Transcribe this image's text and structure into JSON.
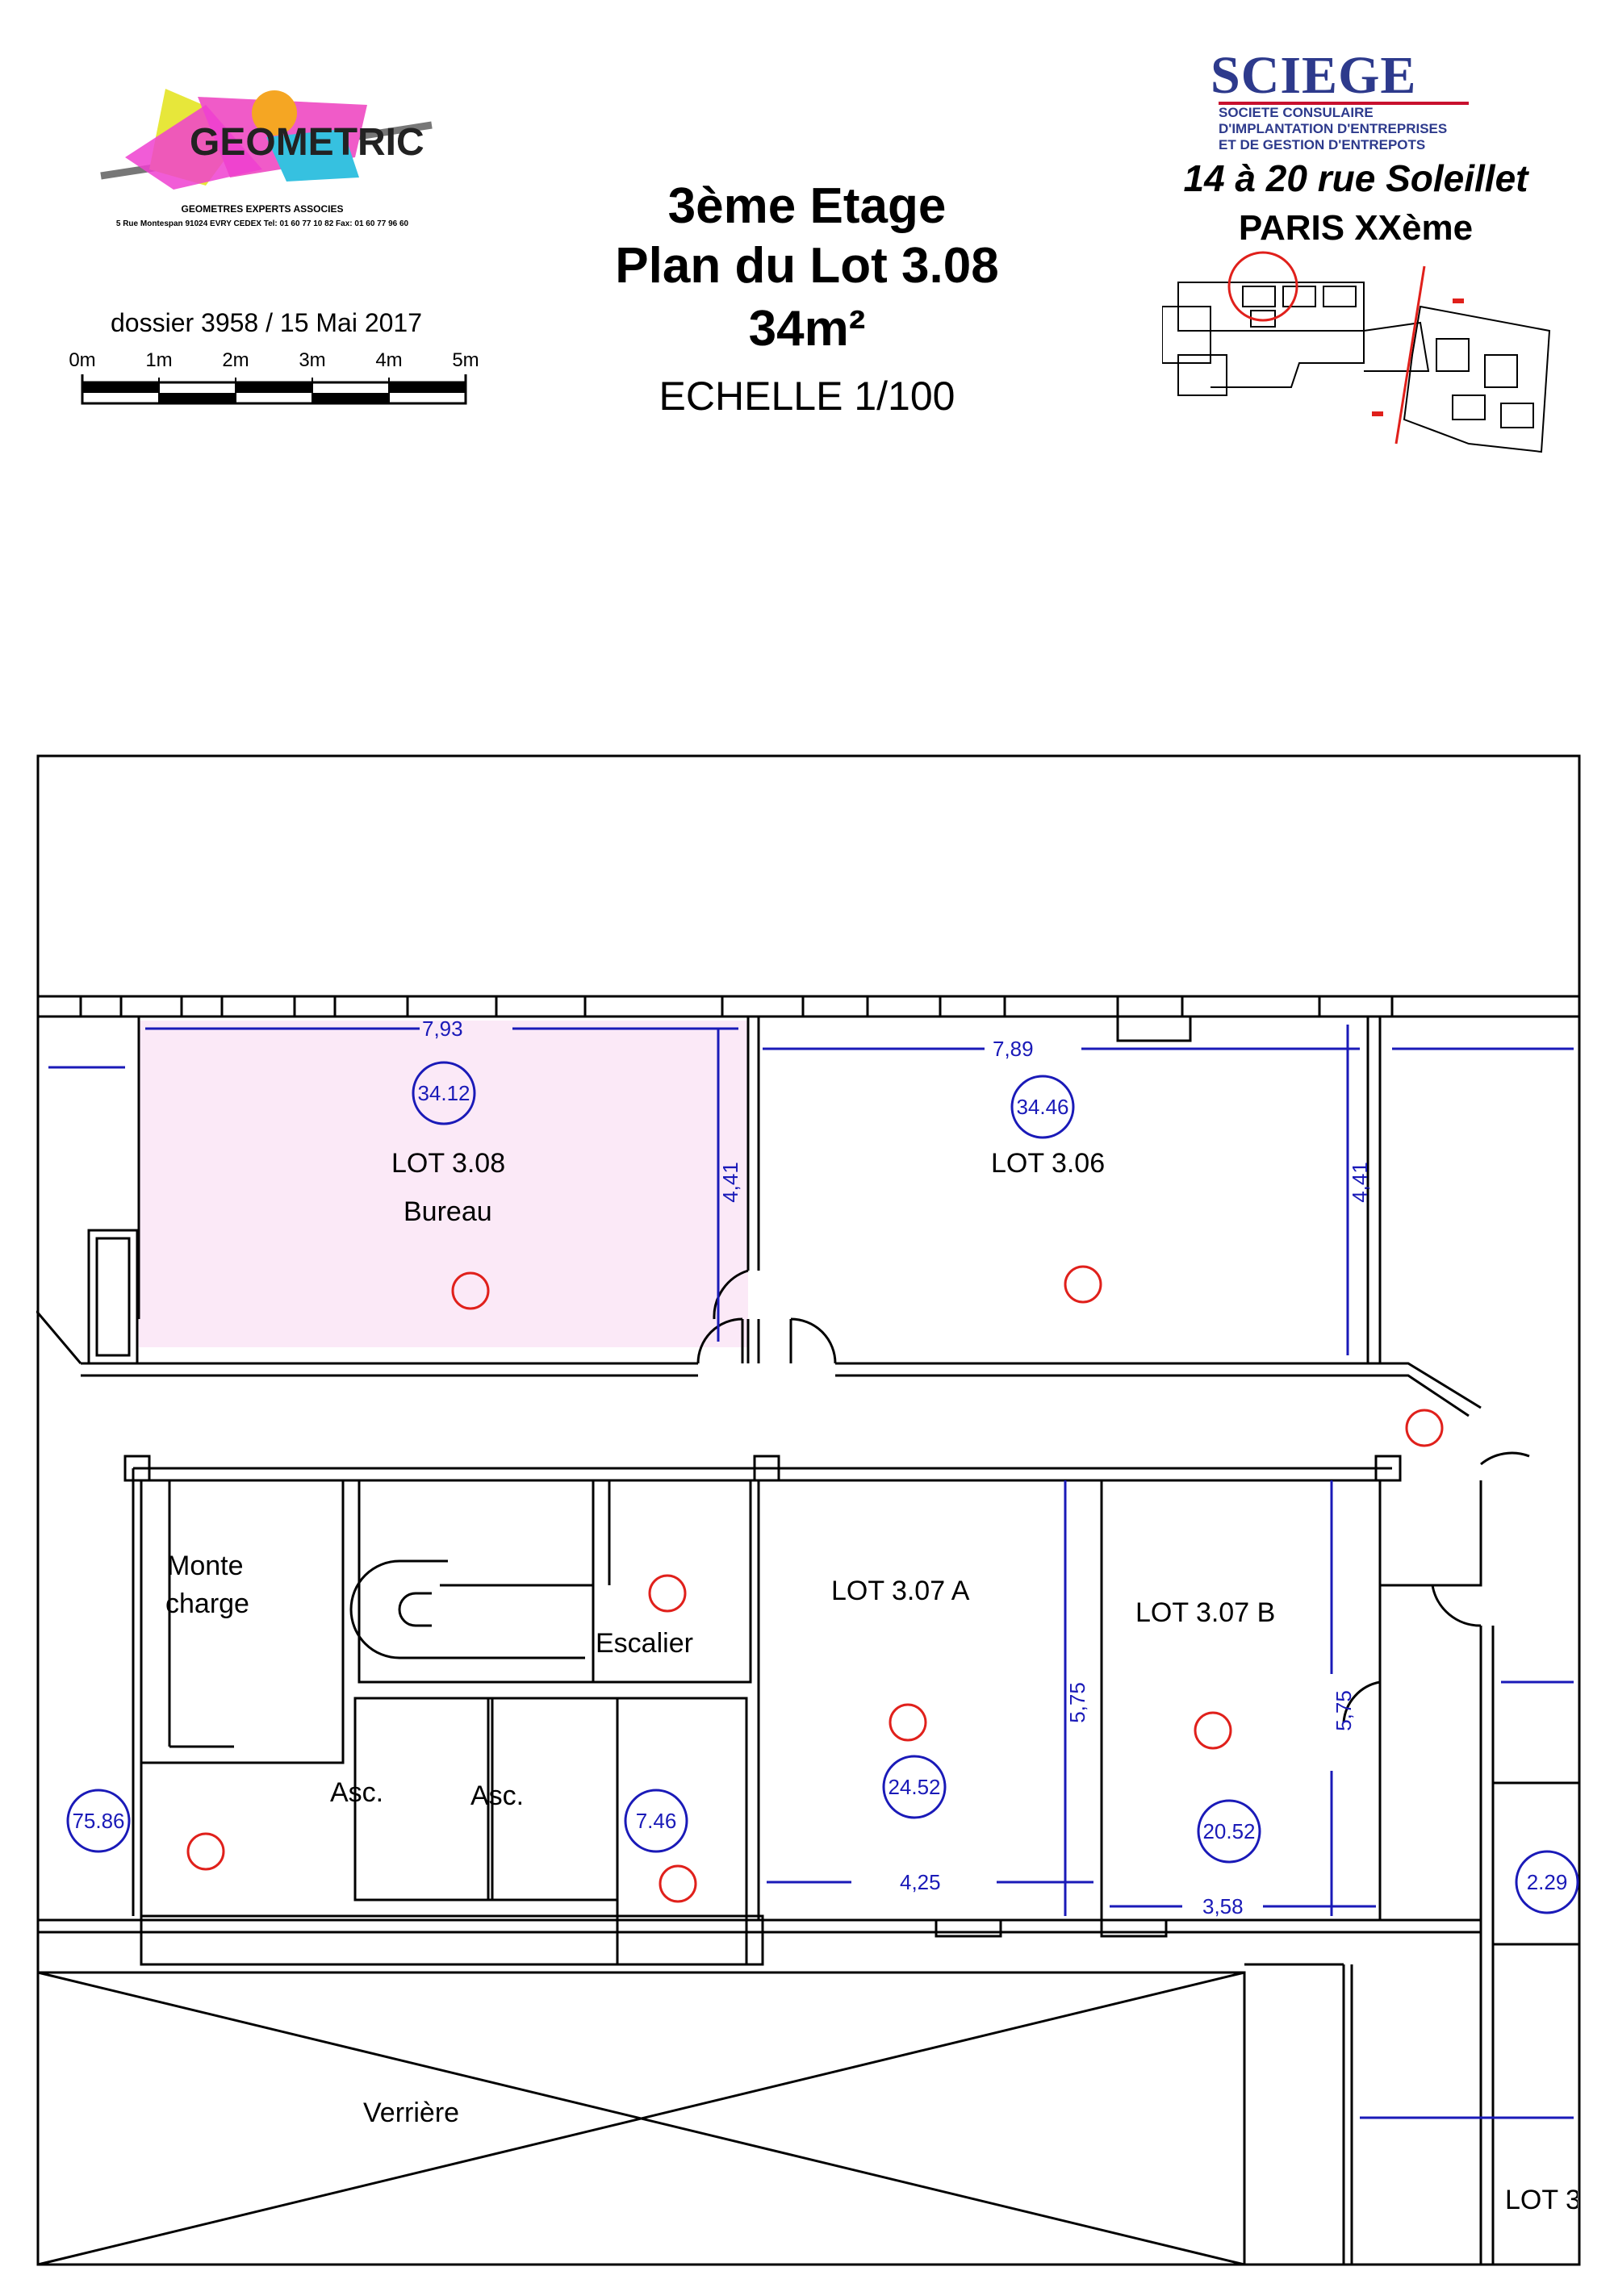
{
  "header": {
    "logo_text": "GEOMETRIC",
    "logo_subtitle": "GEOMETRES EXPERTS ASSOCIES",
    "logo_address": "5 Rue Montespan 91024 EVRY CEDEX  Tel: 01 60 77 10 82 Fax: 01 60 77 96 60",
    "dossier": "dossier 3958 / 15 Mai 2017",
    "scale_ticks": [
      "0m",
      "1m",
      "2m",
      "3m",
      "4m",
      "5m"
    ]
  },
  "title": {
    "line1": "3ème Etage",
    "line2": "Plan du Lot 3.08",
    "line3": "34m²",
    "scale": "ECHELLE 1/100"
  },
  "company": {
    "name": "SCIEGE",
    "sub1": "SOCIETE CONSULAIRE",
    "sub2": "D'IMPLANTATION D'ENTREPRISES",
    "sub3": "ET DE GESTION D'ENTREPOTS",
    "address1": "14 à 20  rue Soleillet",
    "address2": "PARIS XXème"
  },
  "colors": {
    "lot_highlight": "#fbe9f7",
    "dimension_blue": "#1a1ab8",
    "marker_red": "#e0201b",
    "sciege_blue": "#2d3a8c",
    "sciege_red": "#c8102e"
  },
  "plan": {
    "rooms": {
      "lot308": "LOT 3.08",
      "lot308_use": "Bureau",
      "lot306": "LOT 3.06",
      "lot307a": "LOT 3.07 A",
      "lot307b": "LOT 3.07 B",
      "monte1": "Monte",
      "monte2": "charge",
      "escalier": "Escalier",
      "asc1": "Asc.",
      "asc2": "Asc.",
      "verriere": "Verrière",
      "lot_partial": "LOT 3"
    },
    "dimensions": {
      "d793": "7,93",
      "d441a": "4,41",
      "d789": "7,89",
      "d441b": "4,41",
      "d575a": "5,75",
      "d575b": "5,75",
      "d425": "4,25",
      "d358": "3,58"
    },
    "areas": {
      "a3412": "34.12",
      "a3446": "34.46",
      "a7586": "75.86",
      "a746": "7.46",
      "a2452": "24.52",
      "a2052": "20.52",
      "a229": "2.29"
    }
  }
}
